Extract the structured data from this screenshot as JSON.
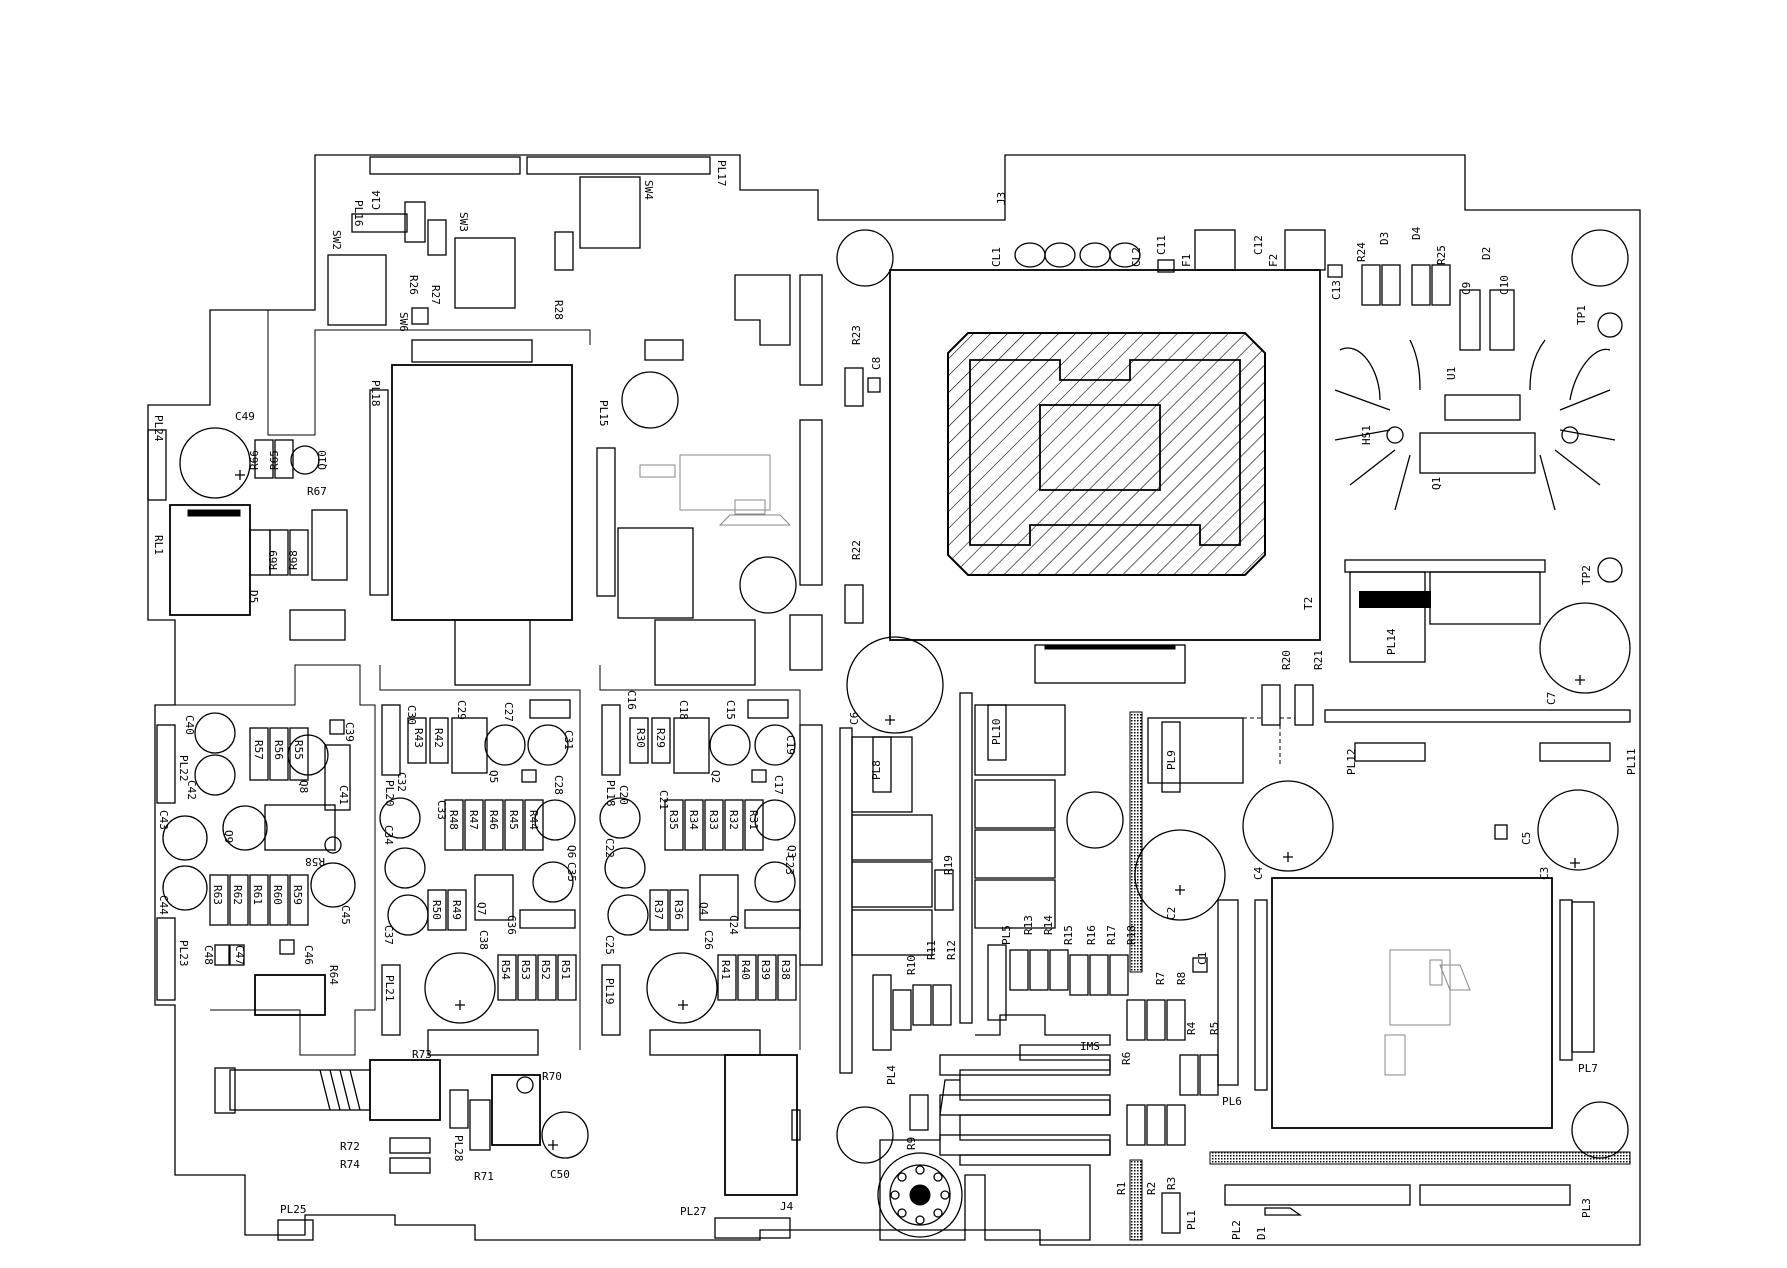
{
  "labels": [
    {
      "id": "lbl-pl16",
      "t": "PL16"
    },
    {
      "id": "lbl-pl17",
      "t": "PL17"
    },
    {
      "id": "lbl-sw4",
      "t": "SW4"
    },
    {
      "id": "lbl-c14",
      "t": "C14"
    },
    {
      "id": "lbl-sw3",
      "t": "SW3"
    },
    {
      "id": "lbl-sw2",
      "t": "SW2"
    },
    {
      "id": "lbl-r26",
      "t": "R26"
    },
    {
      "id": "lbl-r27",
      "t": "R27"
    },
    {
      "id": "lbl-sw6",
      "t": "SW6"
    },
    {
      "id": "lbl-r28",
      "t": "R28"
    },
    {
      "id": "lbl-j3",
      "t": "J3"
    },
    {
      "id": "lbl-pl18",
      "t": "PL18"
    },
    {
      "id": "lbl-pl15",
      "t": "PL15"
    },
    {
      "id": "lbl-pl24",
      "t": "PL24"
    },
    {
      "id": "lbl-c49",
      "t": "C49"
    },
    {
      "id": "lbl-r66",
      "t": "R66"
    },
    {
      "id": "lbl-r65",
      "t": "R65"
    },
    {
      "id": "lbl-q10",
      "t": "Q10"
    },
    {
      "id": "lbl-r67",
      "t": "R67"
    },
    {
      "id": "lbl-rl1",
      "t": "RL1"
    },
    {
      "id": "lbl-r69",
      "t": "R69"
    },
    {
      "id": "lbl-r68",
      "t": "R68"
    },
    {
      "id": "lbl-d5",
      "t": "D5"
    },
    {
      "id": "lbl-cl1",
      "t": "CL1"
    },
    {
      "id": "lbl-cl2",
      "t": "CL2"
    },
    {
      "id": "lbl-c11",
      "t": "C11"
    },
    {
      "id": "lbl-f1",
      "t": "F1"
    },
    {
      "id": "lbl-c12",
      "t": "C12"
    },
    {
      "id": "lbl-f2",
      "t": "F2"
    },
    {
      "id": "lbl-c13",
      "t": "C13"
    },
    {
      "id": "lbl-r24",
      "t": "R24"
    },
    {
      "id": "lbl-d3",
      "t": "D3"
    },
    {
      "id": "lbl-d4",
      "t": "D4"
    },
    {
      "id": "lbl-r25",
      "t": "R25"
    },
    {
      "id": "lbl-d2",
      "t": "D2"
    },
    {
      "id": "lbl-c9",
      "t": "C9"
    },
    {
      "id": "lbl-c10",
      "t": "C10"
    },
    {
      "id": "lbl-tp1",
      "t": "TP1"
    },
    {
      "id": "lbl-u1",
      "t": "U1"
    },
    {
      "id": "lbl-hs1",
      "t": "HS1"
    },
    {
      "id": "lbl-q1",
      "t": "Q1"
    },
    {
      "id": "lbl-tp2",
      "t": "TP2"
    },
    {
      "id": "lbl-r23",
      "t": "R23"
    },
    {
      "id": "lbl-c8",
      "t": "C8"
    },
    {
      "id": "lbl-r22",
      "t": "R22"
    },
    {
      "id": "lbl-t2",
      "t": "T2"
    },
    {
      "id": "lbl-pl14",
      "t": "PL14"
    },
    {
      "id": "lbl-c7",
      "t": "C7"
    },
    {
      "id": "lbl-r20",
      "t": "R20"
    },
    {
      "id": "lbl-r21",
      "t": "R21"
    },
    {
      "id": "lbl-c6",
      "t": "C6"
    },
    {
      "id": "lbl-pl10",
      "t": "PL10"
    },
    {
      "id": "lbl-pl9",
      "t": "PL9"
    },
    {
      "id": "lbl-pl8",
      "t": "PL8"
    },
    {
      "id": "lbl-pl12",
      "t": "PL12"
    },
    {
      "id": "lbl-pl11",
      "t": "PL11"
    },
    {
      "id": "lbl-c5",
      "t": "C5"
    },
    {
      "id": "lbl-c3",
      "t": "C3"
    },
    {
      "id": "lbl-c4",
      "t": "C4"
    },
    {
      "id": "lbl-c2",
      "t": "C2"
    },
    {
      "id": "lbl-r19",
      "t": "R19"
    },
    {
      "id": "lbl-pl5",
      "t": "PL5"
    },
    {
      "id": "lbl-r13",
      "t": "R13"
    },
    {
      "id": "lbl-r14",
      "t": "R14"
    },
    {
      "id": "lbl-r15",
      "t": "R15"
    },
    {
      "id": "lbl-r16",
      "t": "R16"
    },
    {
      "id": "lbl-r17",
      "t": "R17"
    },
    {
      "id": "lbl-r18",
      "t": "R18"
    },
    {
      "id": "lbl-c1",
      "t": "C1"
    },
    {
      "id": "lbl-r7",
      "t": "R7"
    },
    {
      "id": "lbl-r8",
      "t": "R8"
    },
    {
      "id": "lbl-r10",
      "t": "R10"
    },
    {
      "id": "lbl-r11",
      "t": "R11"
    },
    {
      "id": "lbl-r12",
      "t": "R12"
    },
    {
      "id": "lbl-pl4",
      "t": "PL4"
    },
    {
      "id": "lbl-ims",
      "t": "IMS"
    },
    {
      "id": "lbl-r6",
      "t": "R6"
    },
    {
      "id": "lbl-r4",
      "t": "R4"
    },
    {
      "id": "lbl-r5",
      "t": "R5"
    },
    {
      "id": "lbl-pl6",
      "t": "PL6"
    },
    {
      "id": "lbl-pl7",
      "t": "PL7"
    },
    {
      "id": "lbl-r9",
      "t": "R9"
    },
    {
      "id": "lbl-r1",
      "t": "R1"
    },
    {
      "id": "lbl-r2",
      "t": "R2"
    },
    {
      "id": "lbl-r3",
      "t": "R3"
    },
    {
      "id": "lbl-pl1",
      "t": "PL1"
    },
    {
      "id": "lbl-pl2",
      "t": "PL2"
    },
    {
      "id": "lbl-d1",
      "t": "D1"
    },
    {
      "id": "lbl-pl3",
      "t": "PL3"
    },
    {
      "id": "lbl-j4",
      "t": "J4"
    },
    {
      "id": "lbl-pl27",
      "t": "PL27"
    },
    {
      "id": "lbl-c30",
      "t": "C30"
    },
    {
      "id": "lbl-c29",
      "t": "C29"
    },
    {
      "id": "lbl-c27",
      "t": "C27"
    },
    {
      "id": "lbl-r43",
      "t": "R43"
    },
    {
      "id": "lbl-r42",
      "t": "R42"
    },
    {
      "id": "lbl-q5",
      "t": "Q5"
    },
    {
      "id": "lbl-c31",
      "t": "C31"
    },
    {
      "id": "lbl-c28",
      "t": "C28"
    },
    {
      "id": "lbl-pl20",
      "t": "PL20"
    },
    {
      "id": "lbl-c32",
      "t": "C32"
    },
    {
      "id": "lbl-c33",
      "t": "C33"
    },
    {
      "id": "lbl-r48",
      "t": "R48"
    },
    {
      "id": "lbl-r47",
      "t": "R47"
    },
    {
      "id": "lbl-r46",
      "t": "R46"
    },
    {
      "id": "lbl-r45",
      "t": "R45"
    },
    {
      "id": "lbl-r44",
      "t": "R44"
    },
    {
      "id": "lbl-q6",
      "t": "Q6"
    },
    {
      "id": "lbl-c34",
      "t": "C34"
    },
    {
      "id": "lbl-c35",
      "t": "C35"
    },
    {
      "id": "lbl-r50",
      "t": "R50"
    },
    {
      "id": "lbl-r49",
      "t": "R49"
    },
    {
      "id": "lbl-q7",
      "t": "Q7"
    },
    {
      "id": "lbl-c36",
      "t": "C36"
    },
    {
      "id": "lbl-c37",
      "t": "C37"
    },
    {
      "id": "lbl-c38",
      "t": "C38"
    },
    {
      "id": "lbl-r54",
      "t": "R54"
    },
    {
      "id": "lbl-r53",
      "t": "R53"
    },
    {
      "id": "lbl-r52",
      "t": "R52"
    },
    {
      "id": "lbl-r51",
      "t": "R51"
    },
    {
      "id": "lbl-pl21",
      "t": "PL21"
    },
    {
      "id": "lbl-c16",
      "t": "C16"
    },
    {
      "id": "lbl-c18",
      "t": "C18"
    },
    {
      "id": "lbl-c15",
      "t": "C15"
    },
    {
      "id": "lbl-r30",
      "t": "R30"
    },
    {
      "id": "lbl-r29",
      "t": "R29"
    },
    {
      "id": "lbl-q2",
      "t": "Q2"
    },
    {
      "id": "lbl-c19",
      "t": "C19"
    },
    {
      "id": "lbl-c17",
      "t": "C17"
    },
    {
      "id": "lbl-pl18b",
      "t": "PL18"
    },
    {
      "id": "lbl-c20",
      "t": "C20"
    },
    {
      "id": "lbl-c21",
      "t": "C21"
    },
    {
      "id": "lbl-r35",
      "t": "R35"
    },
    {
      "id": "lbl-r34",
      "t": "R34"
    },
    {
      "id": "lbl-r33",
      "t": "R33"
    },
    {
      "id": "lbl-r32",
      "t": "R32"
    },
    {
      "id": "lbl-r31",
      "t": "R31"
    },
    {
      "id": "lbl-q3",
      "t": "Q3"
    },
    {
      "id": "lbl-c22",
      "t": "C22"
    },
    {
      "id": "lbl-c23",
      "t": "C23"
    },
    {
      "id": "lbl-r37",
      "t": "R37"
    },
    {
      "id": "lbl-r36",
      "t": "R36"
    },
    {
      "id": "lbl-q4",
      "t": "Q4"
    },
    {
      "id": "lbl-c24",
      "t": "C24"
    },
    {
      "id": "lbl-c25",
      "t": "C25"
    },
    {
      "id": "lbl-c26",
      "t": "C26"
    },
    {
      "id": "lbl-r41",
      "t": "R41"
    },
    {
      "id": "lbl-r40",
      "t": "R40"
    },
    {
      "id": "lbl-r39",
      "t": "R39"
    },
    {
      "id": "lbl-r38",
      "t": "R38"
    },
    {
      "id": "lbl-pl19",
      "t": "PL19"
    },
    {
      "id": "lbl-c40",
      "t": "C40"
    },
    {
      "id": "lbl-c39",
      "t": "C39"
    },
    {
      "id": "lbl-r57",
      "t": "R57"
    },
    {
      "id": "lbl-r56",
      "t": "R56"
    },
    {
      "id": "lbl-r55",
      "t": "R55"
    },
    {
      "id": "lbl-pl22",
      "t": "PL22"
    },
    {
      "id": "lbl-c42",
      "t": "C42"
    },
    {
      "id": "lbl-q8",
      "t": "Q8"
    },
    {
      "id": "lbl-c41",
      "t": "C41"
    },
    {
      "id": "lbl-c43",
      "t": "C43"
    },
    {
      "id": "lbl-q9",
      "t": "Q9"
    },
    {
      "id": "lbl-r58",
      "t": "R58"
    },
    {
      "id": "lbl-c44",
      "t": "C44"
    },
    {
      "id": "lbl-r63",
      "t": "R63"
    },
    {
      "id": "lbl-r62",
      "t": "R62"
    },
    {
      "id": "lbl-r61",
      "t": "R61"
    },
    {
      "id": "lbl-r60",
      "t": "R60"
    },
    {
      "id": "lbl-r59",
      "t": "R59"
    },
    {
      "id": "lbl-c45",
      "t": "C45"
    },
    {
      "id": "lbl-pl23",
      "t": "PL23"
    },
    {
      "id": "lbl-c48",
      "t": "C48"
    },
    {
      "id": "lbl-c47",
      "t": "C47"
    },
    {
      "id": "lbl-c46",
      "t": "C46"
    },
    {
      "id": "lbl-r64",
      "t": "R64"
    },
    {
      "id": "lbl-r73",
      "t": "R73"
    },
    {
      "id": "lbl-r70",
      "t": "R70"
    },
    {
      "id": "lbl-r72",
      "t": "R72"
    },
    {
      "id": "lbl-r74",
      "t": "R74"
    },
    {
      "id": "lbl-pl28",
      "t": "PL28"
    },
    {
      "id": "lbl-r71",
      "t": "R71"
    },
    {
      "id": "lbl-c50",
      "t": "C50"
    },
    {
      "id": "lbl-pl25",
      "t": "PL25"
    }
  ]
}
